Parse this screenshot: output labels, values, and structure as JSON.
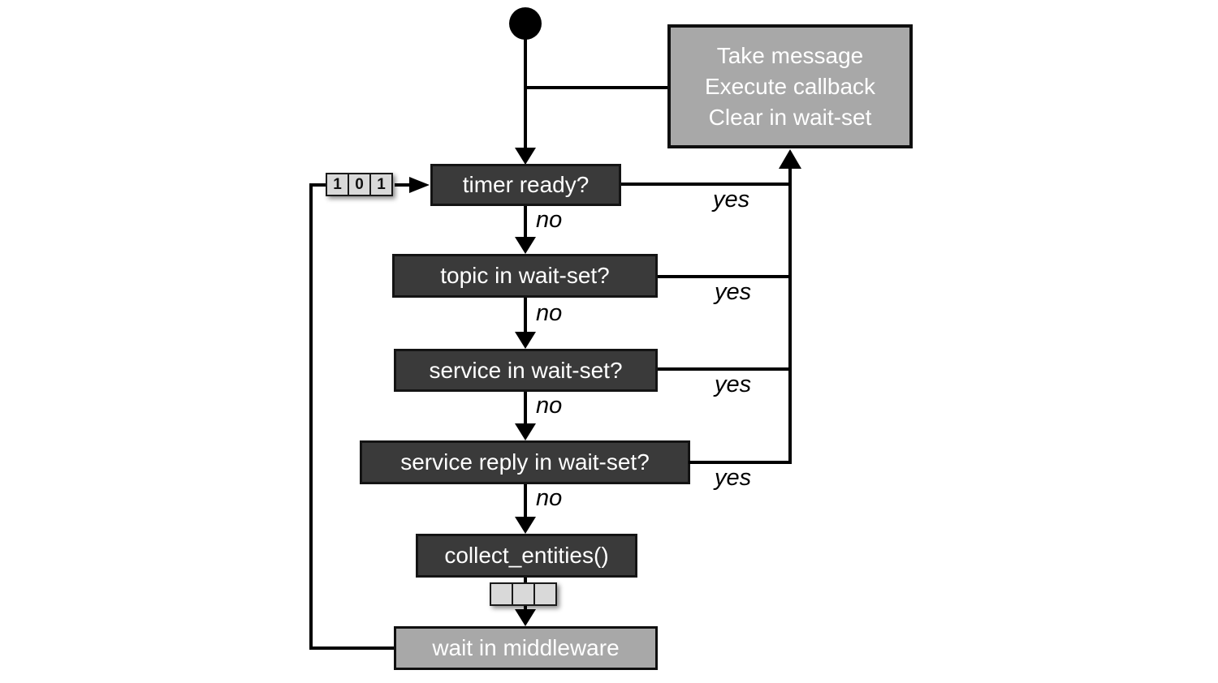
{
  "colors": {
    "bg": "#ffffff",
    "dark_fill": "#3a3a3a",
    "dark_border": "#141414",
    "gray_fill": "#a8a8a8",
    "gray_border": "#0f0f0f",
    "cell_fill": "#d9d9d9",
    "cell_border": "#1a1a1a",
    "line": "#000000",
    "text_light": "#ffffff",
    "text_dark": "#111111"
  },
  "nodes": {
    "action": {
      "line1": "Take message",
      "line2": "Execute callback",
      "line3": "Clear in wait-set"
    },
    "timer": {
      "label": "timer ready?"
    },
    "topic": {
      "label": "topic in wait-set?"
    },
    "service": {
      "label": "service in wait-set?"
    },
    "service_reply": {
      "label": "service reply in wait-set?"
    },
    "collect": {
      "label": "collect_entities()"
    },
    "wait": {
      "label": "wait in middleware"
    }
  },
  "edge_labels": {
    "yes": "yes",
    "no": "no"
  },
  "wait_set_cells": {
    "values": [
      "1",
      "0",
      "1"
    ]
  },
  "collected_cells": {
    "values": [
      "",
      "",
      ""
    ]
  }
}
